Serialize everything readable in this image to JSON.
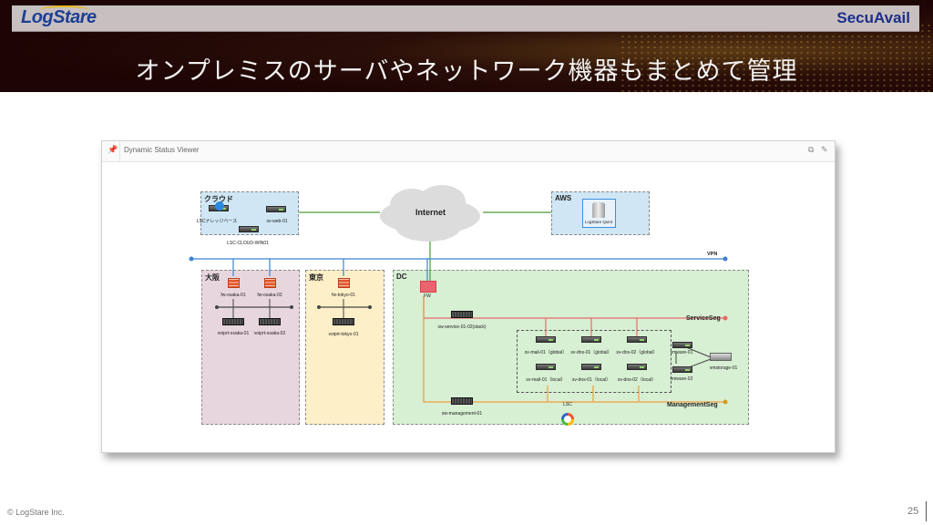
{
  "slide": {
    "logo_left": "LogStare",
    "logo_right": "SecuAvail",
    "title": "オンプレミスのサーバやネットワーク機器もまとめて管理",
    "footer_copyright": "© LogStare Inc.",
    "page_number": "25"
  },
  "panel": {
    "pin_icon": "pin-icon",
    "title": "Dynamic Status Viewer",
    "actions": [
      {
        "name": "copy-icon",
        "glyph": "⧉"
      },
      {
        "name": "edit-icon",
        "glyph": "✎"
      }
    ]
  },
  "diagram": {
    "cloud_zone": {
      "label": "クラウド",
      "nodes": [
        "LSCナレッジベース",
        "sv-web-01"
      ],
      "below_label": "LSC-CLOUD-WIN01"
    },
    "internet": "Internet",
    "aws_zone": {
      "label": "AWS",
      "node": "LogStare Quint"
    },
    "vpn_label": "VPN",
    "osaka_zone": {
      "label": "大阪",
      "firewalls": [
        "fw-osaka-01",
        "fw-osaka-02"
      ],
      "routers": [
        "voiprt-osaka-01",
        "voiprt-osaka-02"
      ]
    },
    "tokyo_zone": {
      "label": "東京",
      "firewalls": [
        "fw-tokyo-01"
      ],
      "routers": [
        "voiprt-tokyo-01"
      ]
    },
    "dc_zone": {
      "label": "DC",
      "fw": "FW",
      "service_switch": "sw-service-01-02(stack)",
      "service_seg": "ServiceSeg",
      "management_switch": "sw-management-01",
      "management_seg": "ManagementSeg",
      "global_servers": [
        "sv-mail-01（global）",
        "sv-dns-01（global）",
        "sv-dns-02（global）"
      ],
      "local_servers": [
        "sv-mail-01（local）",
        "sv-dns-01（local）",
        "sv-dns-02（local）"
      ],
      "vmware": [
        "vmware-01",
        "vmware-02"
      ],
      "storage": "vmstorage-01",
      "lsc": "LSC"
    },
    "colors": {
      "internet_link": "#4e9a3a",
      "vpn_link": "#3b83d1",
      "service_seg": "#e86a6a",
      "management_seg": "#eea040",
      "cloud_bg": "#cfe6f5",
      "osaka_bg": "#e8d6de",
      "tokyo_bg": "#fdefc8",
      "dc_bg": "#d7efd3"
    }
  }
}
